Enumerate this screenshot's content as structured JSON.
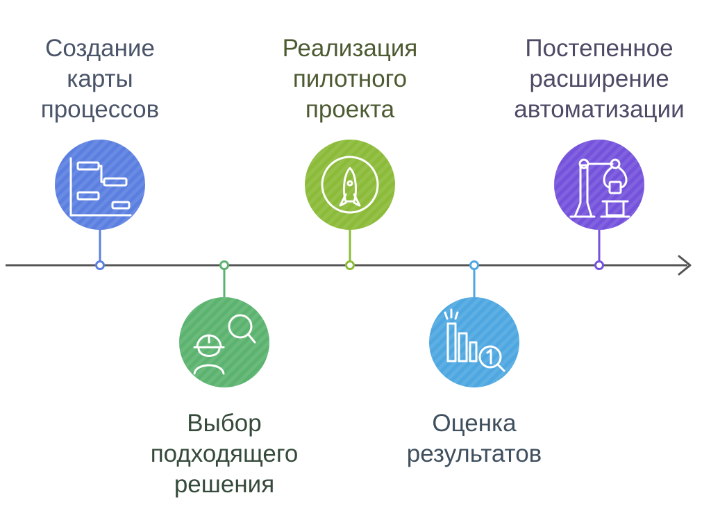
{
  "steps": [
    {
      "label_lines": [
        "Создание",
        "карты",
        "процессов"
      ],
      "icon": "process-map-icon",
      "color": "#5b7fe0",
      "label_color": "#4a5468"
    },
    {
      "label_lines": [
        "Выбор",
        "подходящего",
        "решения"
      ],
      "icon": "worker-search-icon",
      "color": "#5bb36f",
      "label_color": "#354a3a"
    },
    {
      "label_lines": [
        "Реализация",
        "пилотного",
        "проекта"
      ],
      "icon": "rocket-icon",
      "color": "#8bbb38",
      "label_color": "#4c5a32"
    },
    {
      "label_lines": [
        "Оценка",
        "результатов"
      ],
      "icon": "chart-magnifier-icon",
      "color": "#4ea7e0",
      "label_color": "#3f4f5e"
    },
    {
      "label_lines": [
        "Постепенное",
        "расширение",
        "автоматизации"
      ],
      "icon": "robot-arm-icon",
      "color": "#7552dc",
      "label_color": "#4d4a66"
    }
  ],
  "axis_color": "#555555"
}
